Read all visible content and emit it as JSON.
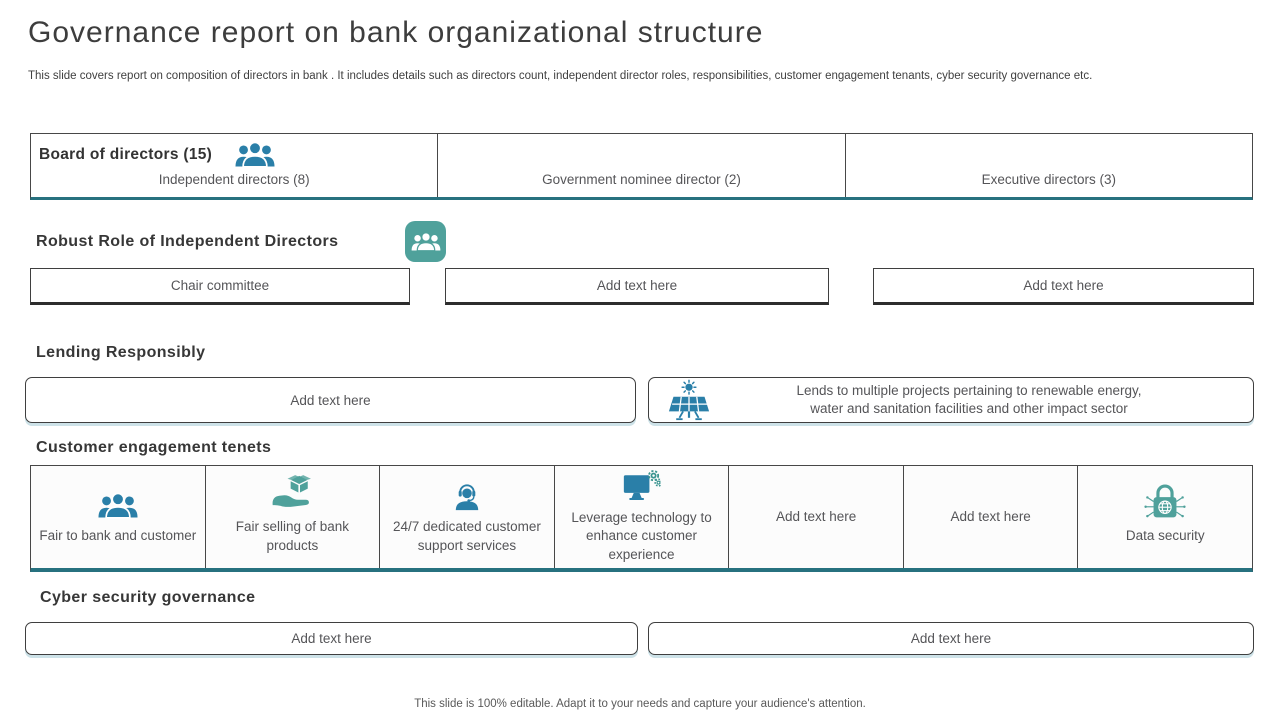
{
  "slide": {
    "title": "Governance report on bank organizational structure",
    "subtitle": "This slide covers report on composition of directors in bank .  It includes details such as directors count, independent director roles, responsibilities, customer engagement tenants, cyber security governance etc.",
    "footer": "This slide is 100% editable. Adapt it to your needs and capture your audience's attention."
  },
  "board": {
    "title": "Board of directors (15)",
    "icon": "people-group-icon",
    "cells": [
      {
        "label": "Independent  directors (8)"
      },
      {
        "label": "Government  nominee director (2)"
      },
      {
        "label": "Executive  directors (3)"
      }
    ]
  },
  "robust_role": {
    "heading": "Robust Role of Independent Directors",
    "icon": "people-group-icon",
    "boxes": [
      {
        "label": "Chair committee"
      },
      {
        "label": "Add text here"
      },
      {
        "label": "Add text here"
      }
    ]
  },
  "lending": {
    "heading": "Lending Responsibly",
    "left_box": {
      "label": "Add text here"
    },
    "right_box": {
      "icon": "solar-panel-icon",
      "line1": "Lends to multiple projects pertaining to renewable energy,",
      "line2": "water and sanitation facilities and other impact sector"
    }
  },
  "engagement": {
    "heading": "Customer engagement tenets",
    "cells": [
      {
        "icon": "people-group-icon",
        "label": "Fair to bank and customer"
      },
      {
        "icon": "hand-product-icon",
        "label": "Fair selling of bank products"
      },
      {
        "icon": "support-agent-icon",
        "label": "24/7 dedicated customer support services"
      },
      {
        "icon": "technology-monitor-icon",
        "label": "Leverage technology to enhance customer experience"
      },
      {
        "icon": "",
        "label": "Add text here"
      },
      {
        "icon": "",
        "label": "Add text here"
      },
      {
        "icon": "data-security-lock-icon",
        "label": "Data security"
      }
    ]
  },
  "cyber": {
    "heading": "Cyber security governance",
    "boxes": [
      {
        "label": "Add text here"
      },
      {
        "label": "Add text here"
      }
    ]
  },
  "colors": {
    "icon_blue": "#2a7fa8",
    "icon_teal": "#4fa19b",
    "accent_teal_border": "#27717f",
    "box_border": "#3f3f3f",
    "heading_text": "#373737",
    "body_text": "#555558"
  }
}
